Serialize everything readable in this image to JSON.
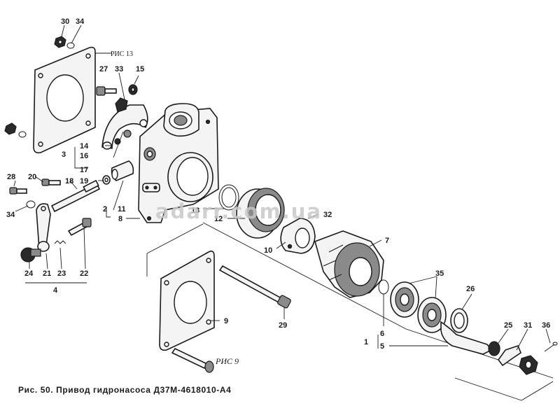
{
  "figure": {
    "caption": "Рис. 50. Привод гидронасоса Д37М-4618010-А4",
    "watermark": "adarr.com.ua",
    "figure_refs": [
      "РИС 13",
      "РИС 9"
    ],
    "callouts": [
      "1",
      "2",
      "3",
      "4",
      "5",
      "6",
      "7",
      "8",
      "9",
      "10",
      "11",
      "12",
      "13",
      "14",
      "15",
      "16",
      "17",
      "18",
      "19",
      "20",
      "21",
      "22",
      "23",
      "24",
      "25",
      "26",
      "27",
      "28",
      "29",
      "30",
      "31",
      "32",
      "33",
      "34",
      "34",
      "35",
      "36"
    ],
    "colors": {
      "ink": "#1a1a1a",
      "paper": "#ffffff",
      "watermark": "#c8c8c8"
    }
  }
}
